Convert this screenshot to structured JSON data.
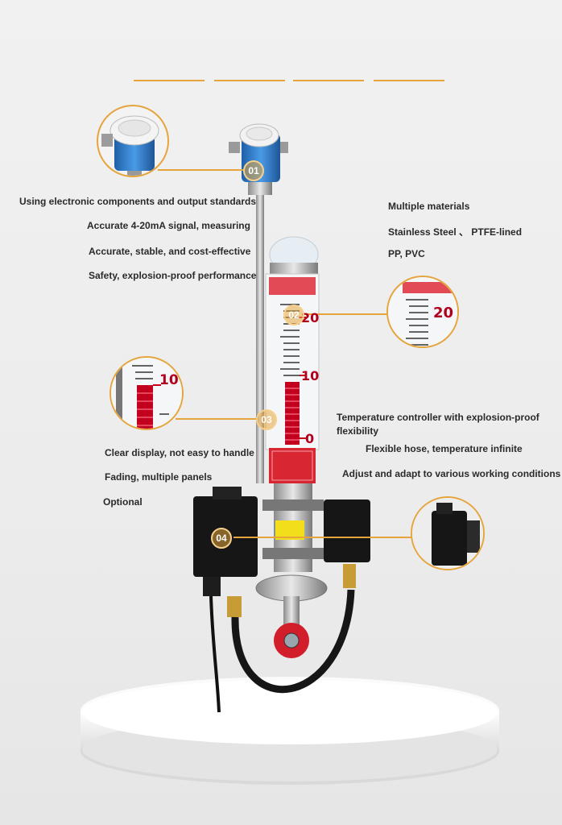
{
  "features_left_top": [
    "Using electronic components and output standards",
    "Accurate 4-20mA signal, measuring",
    "Accurate, stable, and cost-effective",
    "Safety, explosion-proof performance"
  ],
  "features_right_top": [
    "Multiple materials",
    "Stainless Steel 、 PTFE-lined",
    "PP, PVC"
  ],
  "features_right_mid": [
    "Temperature controller with explosion-proof",
    "flexibility",
    "Flexible hose, temperature infinite",
    "Adjust and adapt to various working conditions"
  ],
  "features_left_bottom": [
    "Clear display, not easy to handle",
    "Fading, multiple panels",
    "Optional"
  ],
  "callouts": {
    "c1": "01",
    "c2": "02",
    "c3": "03",
    "c4": "04"
  },
  "scale_labels": {
    "top": "20",
    "mid": "10",
    "bottom": "0",
    "zoom_2": "20",
    "zoom_3": "10"
  },
  "colors": {
    "accent": "#e6a53c",
    "scale_red": "#c4001f",
    "body_blue": "#2f7fd0"
  }
}
